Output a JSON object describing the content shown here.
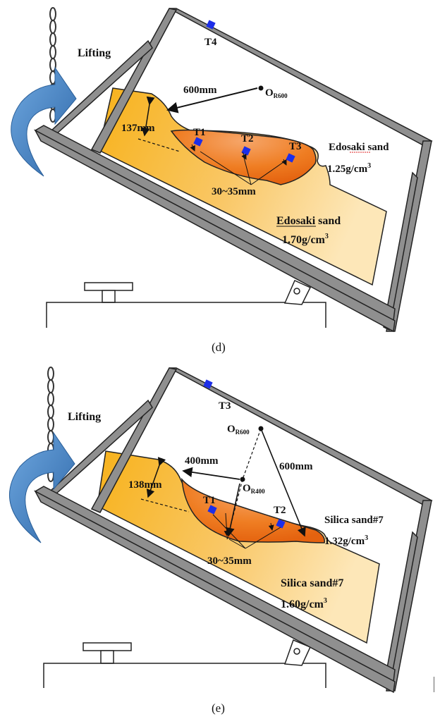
{
  "panels": [
    {
      "id": "d",
      "caption": "(d)",
      "lifting": "Lifting",
      "sensors": [
        "T4",
        "T1",
        "T2",
        "T3"
      ],
      "radius_label": "600mm",
      "center_label": {
        "main": "O",
        "sub": "R600"
      },
      "thickness": "137mm",
      "depth": "30~35mm",
      "upper_sand": {
        "name": "Edosaki sand",
        "density": "1.25g/cm",
        "exp": "3"
      },
      "lower_sand": {
        "name": "Edosaki sand",
        "density": "1.70g/cm",
        "exp": "3"
      }
    },
    {
      "id": "e",
      "caption": "(e)",
      "lifting": "Lifting",
      "sensors": [
        "T3",
        "T1",
        "T2"
      ],
      "radius_label_1": "400mm",
      "radius_label_2": "600mm",
      "center_label_1": {
        "main": "O",
        "sub": "R600"
      },
      "center_label_2": {
        "main": "O",
        "sub": "R400"
      },
      "thickness": "138mm",
      "depth": "30~35mm",
      "upper_sand": {
        "name": "Silica sand#7",
        "density": "1.32g/cm",
        "exp": "3"
      },
      "lower_sand": {
        "name": "Silica sand#7",
        "density": "1.60g/cm",
        "exp": "3"
      }
    }
  ],
  "colors": {
    "frame": "#8f8f8f",
    "lower_sand": "#f7b21b",
    "upper_sand": "#f07a1c",
    "arrow": "#3a78b8",
    "sensor": "#1d2ee8"
  }
}
